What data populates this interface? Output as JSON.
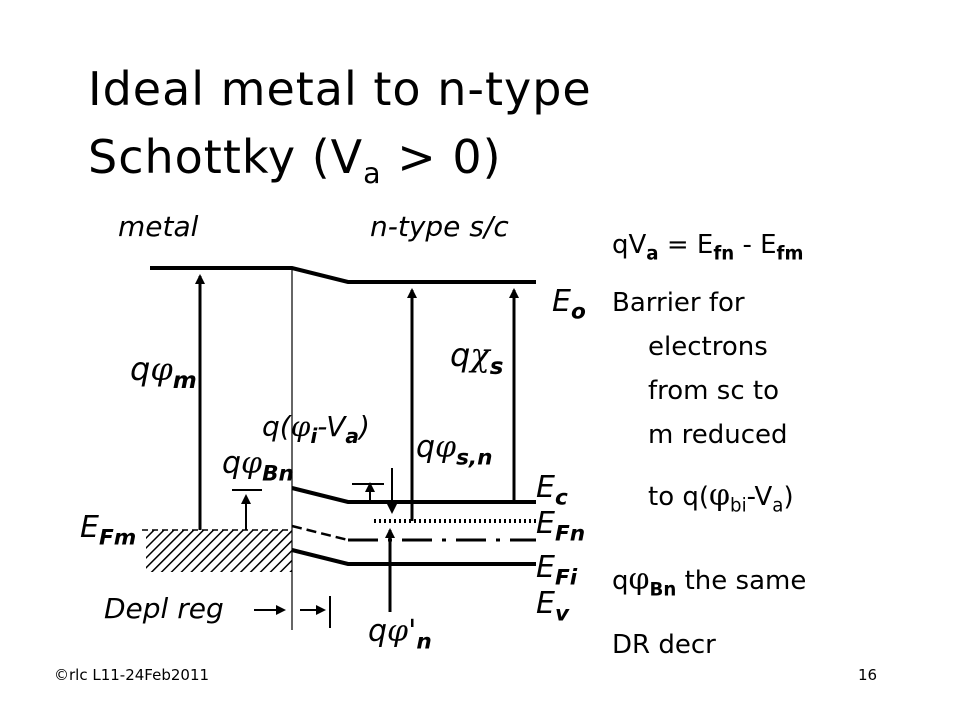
{
  "title": {
    "line1": "Ideal metal to n-type",
    "line2_pre": "Schottky (V",
    "line2_sub": "a",
    "line2_post": " > 0)"
  },
  "regions": {
    "metal": "metal",
    "semi": "n-type s/c"
  },
  "labels": {
    "qphi_m": {
      "q": "q",
      "phi": "φ",
      "sub": "m"
    },
    "qchi_s": {
      "q": "q",
      "chi": "χ",
      "sub": "s"
    },
    "qphi_i_va": {
      "pre": "q(",
      "phi": "φ",
      "sub_i": "i",
      "mid": "-V",
      "sub_a": "a",
      "post": ")"
    },
    "qphi_Bn": {
      "q": "q",
      "phi": "φ",
      "sub": "Bn"
    },
    "qphi_sn": {
      "q": "q",
      "phi": "φ",
      "sub": "s,n"
    },
    "qphi_n_prime": {
      "q": "q",
      "phi": "φ",
      "prime": "'",
      "sub": "n"
    },
    "E_Fm": {
      "E": "E",
      "sub": "Fm"
    },
    "E_o": {
      "E": "E",
      "sub": "o"
    },
    "E_c": {
      "E": "E",
      "sub": "c"
    },
    "E_Fn": {
      "E": "E",
      "sub": "Fn"
    },
    "E_Fi": {
      "E": "E",
      "sub": "Fi"
    },
    "E_v": {
      "E": "E",
      "sub": "v"
    },
    "depl_reg": "Depl reg"
  },
  "notes": {
    "eq_pre": "qV",
    "eq_sub_a": "a",
    "eq_mid": " = E",
    "eq_sub_fn": "fn",
    "eq_mid2": " - E",
    "eq_sub_fm": "fm",
    "barrier_lines": [
      "Barrier for",
      "electrons",
      "from sc to",
      "m reduced"
    ],
    "to_pre": "to q(",
    "to_phi": "φ",
    "to_sub_bi": "bi",
    "to_mid": "-V",
    "to_sub_a": "a",
    "to_post": ")",
    "same_q": "q",
    "same_phi": "φ",
    "same_sub": "Bn",
    "same_post": " the same",
    "dr": "DR decr"
  },
  "footer": {
    "left": "©rlc L11-24Feb2011",
    "right": "16"
  }
}
